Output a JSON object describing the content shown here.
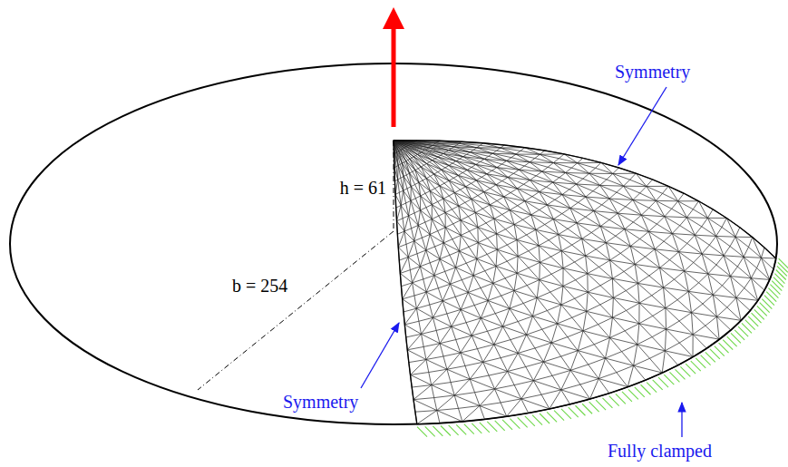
{
  "diagram": {
    "labels": [
      "h = 61",
      "b = 254",
      "Symmetry",
      "Symmetry",
      "Fully clamped"
    ]
  }
}
